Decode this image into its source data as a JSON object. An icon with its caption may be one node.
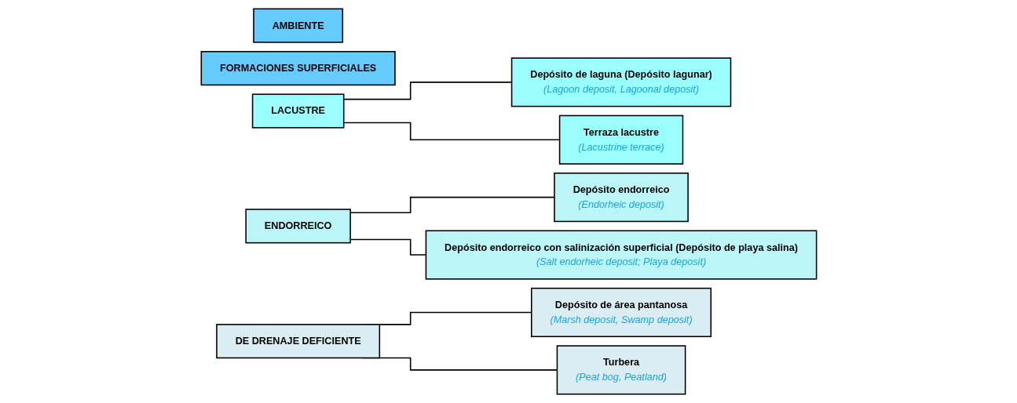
{
  "diagram": {
    "nodes": [
      {
        "text": [
          "AMBIENTE"
        ]
      },
      {
        "text": [
          "FORMACIONES SUPERFICIALES"
        ]
      },
      {
        "text": [
          "LACUSTRE"
        ]
      },
      {
        "text": [
          "Depósito de laguna (Depósito lagunar)",
          "(Lagoon deposit, Lagoonal deposit)"
        ]
      },
      {
        "text": [
          "Terraza lacustre",
          "(Lacustrine terrace)"
        ]
      },
      {
        "text": [
          "ENDORREICO"
        ]
      },
      {
        "text": [
          "Depósito endorreico",
          "(Endorheic deposit)"
        ]
      },
      {
        "text": [
          "Depósito endorreico con salinización superficial (Depósito de playa salina)",
          "(Salt endorheic deposit; Playa deposit)"
        ]
      },
      {
        "text": [
          "DE DRENAJE DEFICIENTE"
        ]
      },
      {
        "text": [
          "Depósito de área pantanosa",
          "(Marsh deposit, Swamp deposit)"
        ]
      },
      {
        "text": [
          "Turbera",
          "(Peat bog, Peatland)"
        ]
      }
    ],
    "edges": [
      {
        "from": 2,
        "to": 3,
        "arrow": "none"
      },
      {
        "from": 2,
        "to": 4,
        "arrow": "none"
      },
      {
        "from": 5,
        "to": 6,
        "arrow": "none"
      },
      {
        "from": 5,
        "to": 7,
        "arrow": "none"
      },
      {
        "from": 8,
        "to": 9,
        "arrow": "none"
      },
      {
        "from": 8,
        "to": 10,
        "arrow": "none"
      }
    ]
  }
}
